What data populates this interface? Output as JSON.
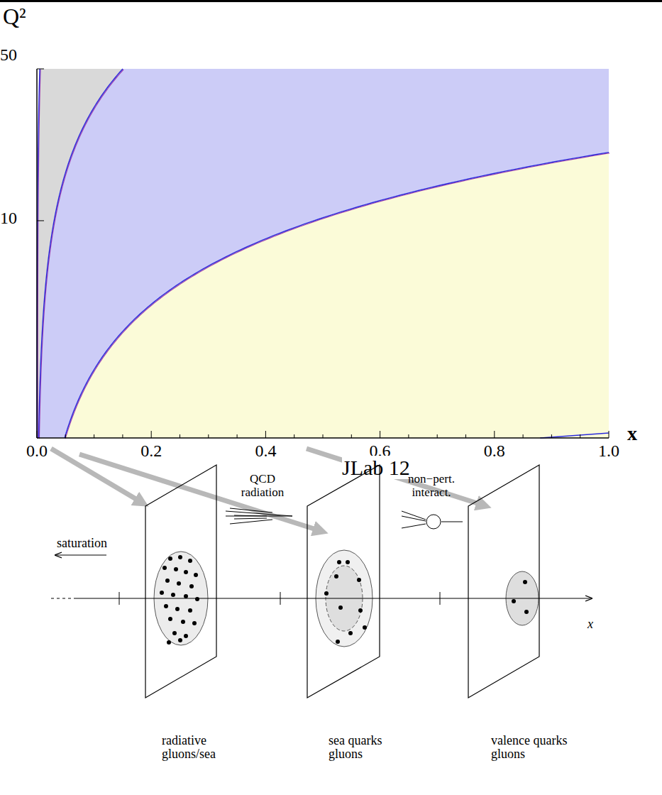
{
  "diagram": {
    "nodes": [
      {
        "text": [
          "radiative gluons/sea"
        ]
      },
      {
        "text": [
          "sea quarks gluons"
        ]
      },
      {
        "text": [
          "valence quarks gluons"
        ]
      }
    ],
    "labels": [
      "Q²",
      "50",
      "10",
      "0.0",
      "0.2",
      "0.4",
      "0.6",
      "0.8",
      "1.0",
      "x",
      "JLab 12",
      "saturation",
      "QCD radiation",
      "non−pert. interact.",
      "x"
    ]
  }
}
